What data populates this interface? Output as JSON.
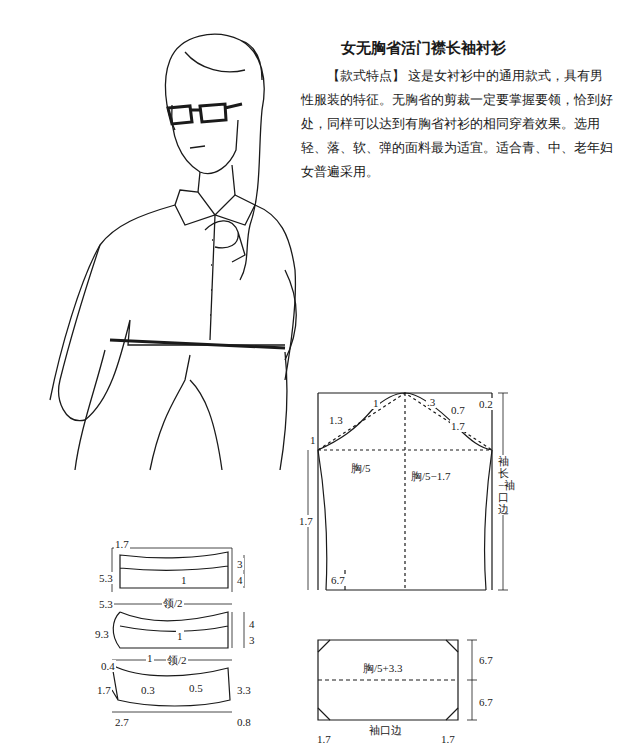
{
  "diagram": {
    "title": "女无胸省活门襟长袖衬衫",
    "labels": [
      "【款式特点】 这是女衬衫中的通用款式，具有男性服装的特征。无胸省的剪裁一定要掌握要领，恰到好处，同样可以达到有胸省衬衫的相同穿着效果。选用轻、落、软、弹的面料最为适宜。适合青、中、老年妇女普遍采用。",
      "1",
      ".3",
      "1.3",
      "0.7",
      "1.7",
      "0.2",
      "1",
      "胸/5",
      "胸/5−1.7",
      "袖长−袖口边",
      "1.7",
      "6.7",
      "胸/5+3.3",
      "6.7",
      "6.7",
      "袖口边",
      "1.7",
      "1.7",
      "1.7",
      "5.3",
      "1",
      "3",
      "4",
      "领/2",
      "5.3",
      "9.3",
      "1",
      "4",
      "3",
      "1",
      "领/2",
      "0.4",
      "1.7",
      "0.3",
      "0.5",
      "3.3",
      "2.7",
      "0.8"
    ]
  }
}
